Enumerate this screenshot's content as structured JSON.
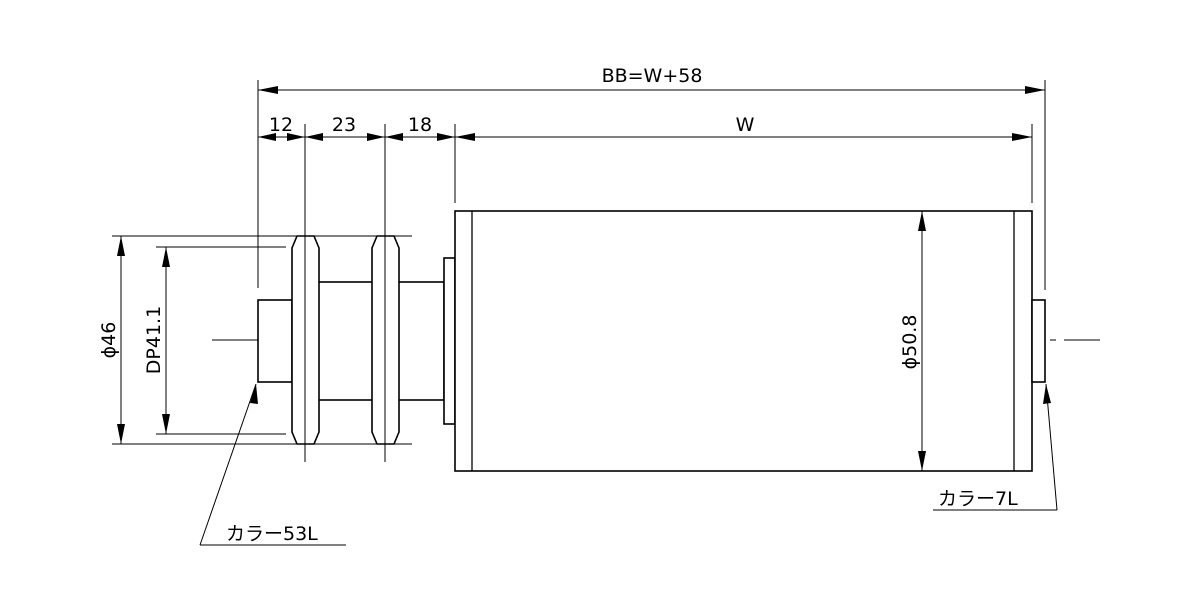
{
  "dimensions": {
    "overall": "BB=W+58",
    "seg1": "12",
    "seg2": "23",
    "seg3": "18",
    "width": "W",
    "sprocket_dia": "ϕ46",
    "pitch_dia": "DP41.1",
    "roller_dia": "ϕ50.8"
  },
  "notes": {
    "left_collar": "カラー53L",
    "right_collar": "カラー7L"
  }
}
